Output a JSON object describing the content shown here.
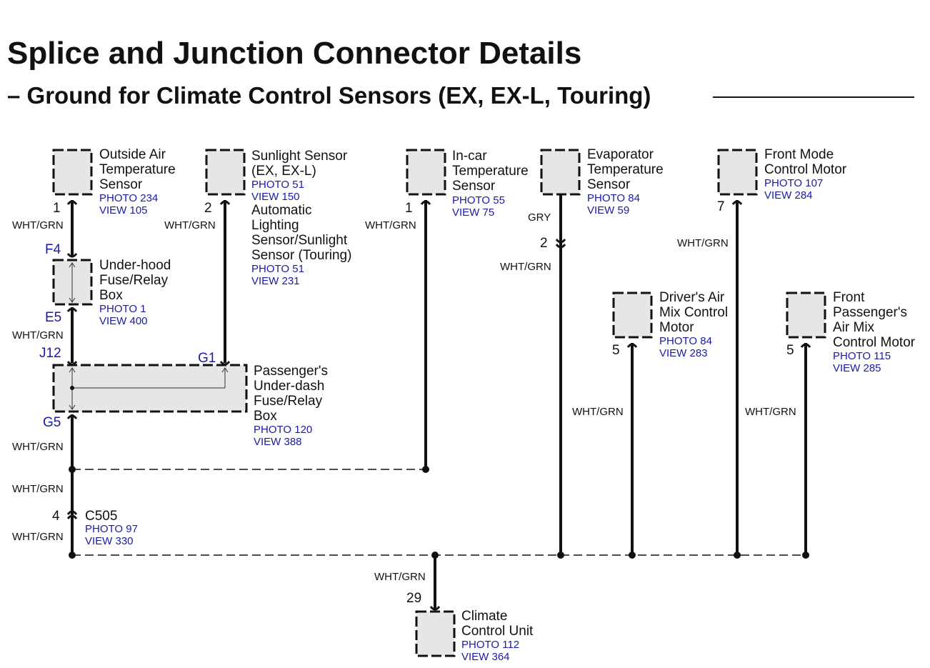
{
  "title": "Splice and Junction Connector Details",
  "subtitle": "– Ground for Climate Control Sensors (EX, EX-L, Touring)",
  "components": {
    "outside_air": {
      "lines": [
        "Outside Air",
        "Temperature",
        "Sensor"
      ],
      "photo": "PHOTO 234",
      "view": "VIEW 105",
      "pin": "1"
    },
    "sunlight": {
      "lines": [
        "Sunlight Sensor",
        "(EX, EX-L)"
      ],
      "photo": "PHOTO 51",
      "view": "VIEW 150",
      "pin": "2"
    },
    "auto_lighting": {
      "lines": [
        "Automatic",
        "Lighting",
        "Sensor/Sunlight",
        "Sensor (Touring)"
      ],
      "photo": "PHOTO 51",
      "view": "VIEW 231"
    },
    "incar": {
      "lines": [
        "In-car",
        "Temperature",
        "Sensor"
      ],
      "photo": "PHOTO 55",
      "view": "VIEW 75",
      "pin": "1"
    },
    "evaporator": {
      "lines": [
        "Evaporator",
        "Temperature",
        "Sensor"
      ],
      "photo": "PHOTO 84",
      "view": "VIEW 59"
    },
    "front_mode": {
      "lines": [
        "Front Mode",
        "Control Motor"
      ],
      "photo": "PHOTO 107",
      "view": "VIEW 284",
      "pin": "7"
    },
    "underhood": {
      "lines": [
        "Under-hood",
        "Fuse/Relay",
        "Box"
      ],
      "photo": "PHOTO 1",
      "view": "VIEW 400",
      "pin_top": "F4",
      "pin_bottom": "E5"
    },
    "passenger_underdash": {
      "lines": [
        "Passenger's",
        "Under-dash",
        "Fuse/Relay",
        "Box"
      ],
      "photo": "PHOTO 120",
      "view": "VIEW 388",
      "pin_top_left": "J12",
      "pin_top_right": "G1",
      "pin_bottom": "G5"
    },
    "drivers_air_mix": {
      "lines": [
        "Driver's Air",
        "Mix Control",
        "Motor"
      ],
      "photo": "PHOTO 84",
      "view": "VIEW 283",
      "pin": "5"
    },
    "front_passenger_air_mix": {
      "lines": [
        "Front",
        "Passenger's",
        "Air Mix",
        "Control Motor"
      ],
      "photo": "PHOTO 115",
      "view": "VIEW 285",
      "pin": "5"
    },
    "c505": {
      "name": "C505",
      "photo": "PHOTO 97",
      "view": "VIEW 330",
      "pin": "4"
    },
    "climate_control_unit": {
      "lines": [
        "Climate",
        "Control Unit"
      ],
      "photo": "PHOTO 112",
      "view": "VIEW 364",
      "pin": "29"
    },
    "evap_inline": {
      "pin": "2"
    }
  },
  "wires": {
    "wht_grn": "WHT/GRN",
    "gry": "GRY"
  }
}
